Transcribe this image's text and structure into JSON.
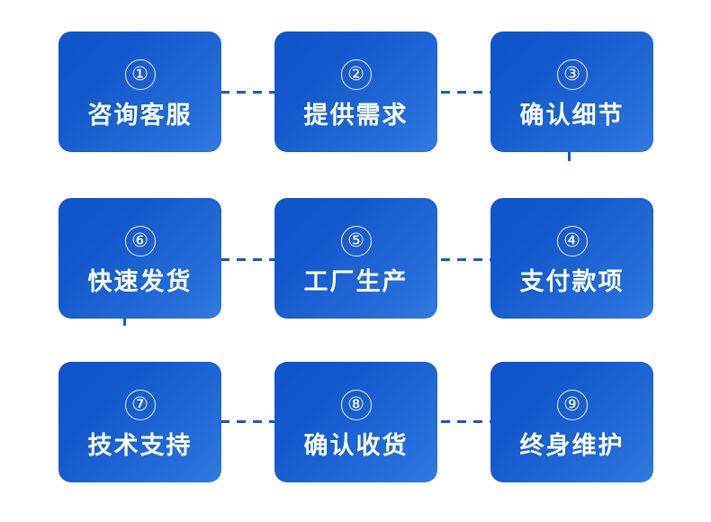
{
  "diagram": {
    "title": "",
    "type": "process-flow",
    "colors": {
      "card_gradient_start": "#0f54c8",
      "card_gradient_end": "#3278e2",
      "connector": "#1b58c4",
      "text": "#ffffff",
      "background": "#ffffff"
    },
    "steps": [
      {
        "number": "①",
        "label": "咨询客服"
      },
      {
        "number": "②",
        "label": "提供需求"
      },
      {
        "number": "③",
        "label": "确认细节"
      },
      {
        "number": "④",
        "label": "支付款项"
      },
      {
        "number": "⑤",
        "label": "工厂生产"
      },
      {
        "number": "⑥",
        "label": "快速发货"
      },
      {
        "number": "⑦",
        "label": "技术支持"
      },
      {
        "number": "⑧",
        "label": "确认收货"
      },
      {
        "number": "⑨",
        "label": "终身维护"
      }
    ],
    "connectors": [
      {
        "from": "①",
        "to": "②",
        "orientation": "horizontal"
      },
      {
        "from": "②",
        "to": "③",
        "orientation": "horizontal"
      },
      {
        "from": "③",
        "to": "④",
        "orientation": "vertical"
      },
      {
        "from": "④",
        "to": "⑤",
        "orientation": "horizontal"
      },
      {
        "from": "⑤",
        "to": "⑥",
        "orientation": "horizontal"
      },
      {
        "from": "⑥",
        "to": "⑦",
        "orientation": "vertical"
      },
      {
        "from": "⑦",
        "to": "⑧",
        "orientation": "horizontal"
      },
      {
        "from": "⑧",
        "to": "⑨",
        "orientation": "horizontal"
      }
    ]
  }
}
